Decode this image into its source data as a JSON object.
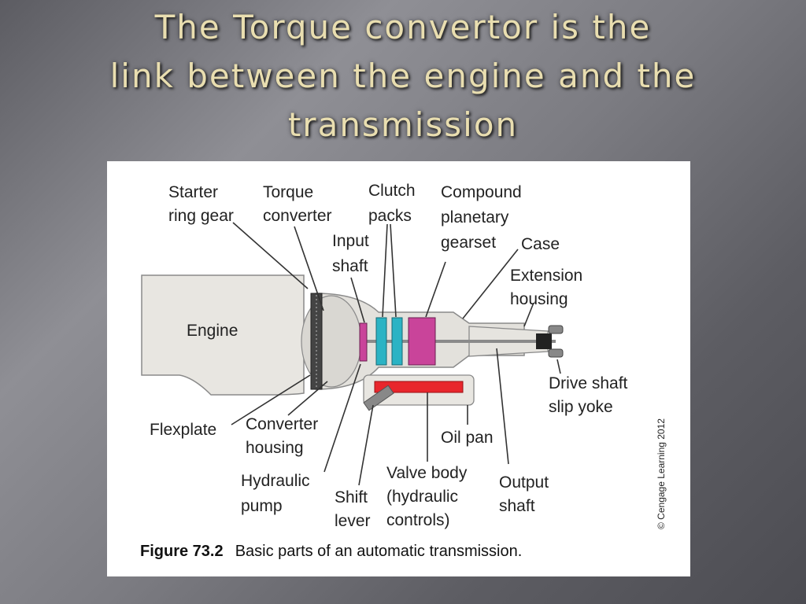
{
  "slide": {
    "title_lines": [
      "The Torque convertor is the",
      "link between the engine and the",
      "transmission"
    ]
  },
  "diagram": {
    "labels": {
      "starter_ring_gear": [
        "Starter",
        "ring gear"
      ],
      "torque_converter": [
        "Torque",
        "converter"
      ],
      "clutch_packs": [
        "Clutch",
        "packs"
      ],
      "compound_planetary_gearset": [
        "Compound",
        "planetary",
        "gearset"
      ],
      "input_shaft": [
        "Input",
        "shaft"
      ],
      "case": [
        "Case"
      ],
      "extension_housing": [
        "Extension",
        "housing"
      ],
      "engine": [
        "Engine"
      ],
      "drive_shaft_slip_yoke": [
        "Drive shaft",
        "slip yoke"
      ],
      "flexplate": [
        "Flexplate"
      ],
      "converter_housing": [
        "Converter",
        "housing"
      ],
      "oil_pan": [
        "Oil pan"
      ],
      "hydraulic_pump": [
        "Hydraulic",
        "pump"
      ],
      "shift_lever": [
        "Shift",
        "lever"
      ],
      "valve_body": [
        "Valve body",
        "(hydraulic",
        "controls)"
      ],
      "output_shaft": [
        "Output",
        "shaft"
      ]
    },
    "caption_number": "Figure 73.2",
    "caption_text": "Basic parts of an automatic transmission.",
    "credit": "© Cengage Learning 2012",
    "colors": {
      "engine_fill": "#e8e6e1",
      "clutch_fill": "#2bb3c4",
      "gearset_fill": "#c9449a",
      "valve_body_fill": "#e8262c",
      "title_color": "#e9deb0"
    }
  }
}
